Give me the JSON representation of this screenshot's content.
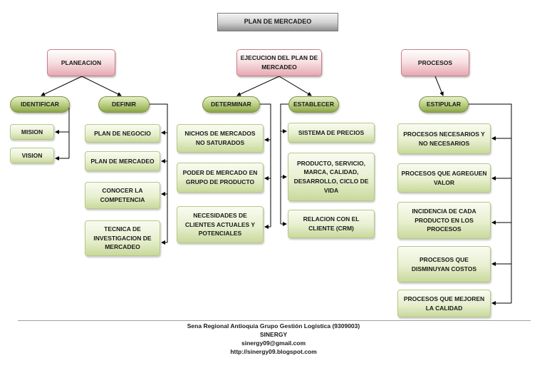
{
  "title": "PLAN DE MERCADEO",
  "nodes": {
    "planeacion": "PLANEACION",
    "ejecucion": "EJECUCION DEL PLAN DE MERCADEO",
    "procesos": "PROCESOS",
    "identificar": "IDENTIFICAR",
    "definir": "DEFINIR",
    "determinar": "DETERMINAR",
    "establecer": "ESTABLECER",
    "estipular": "ESTIPULAR",
    "mision": "MISION",
    "vision": "VISION",
    "plan_negocio": "PLAN DE NEGOCIO",
    "plan_mercadeo": "PLAN DE MERCADEO",
    "conocer_competencia": "CONOCER LA COMPETENCIA",
    "tecnica_investigacion": "TECNICA DE INVESTIGACION DE MERCADEO",
    "nichos": "NICHOS DE MERCADOS NO SATURADOS",
    "poder_mercado": "PODER DE MERCADO EN GRUPO DE PRODUCTO",
    "necesidades": "NECESIDADES DE CLIENTES ACTUALES Y POTENCIALES",
    "sistema_precios": "SISTEMA DE PRECIOS",
    "producto": "PRODUCTO, SERVICIO, MARCA, CALIDAD, DESARROLLO, CICLO DE VIDA",
    "relacion_cliente": "RELACION CON EL CLIENTE (CRM)",
    "procesos_necesarios": "PROCESOS NECESARIOS Y NO NECESARIOS",
    "procesos_valor": "PROCESOS QUE AGREGUEN VALOR",
    "incidencia": "INCIDENCIA DE CADA PRODUCTO EN LOS PROCESOS",
    "procesos_costos": "PROCESOS QUE DISMINUYAN COSTOS",
    "procesos_calidad": "PROCESOS QUE MEJOREN LA CALIDAD"
  },
  "footer": {
    "line1": "Sena Regional Antioquia Grupo Gestión Logística (9309003)",
    "line2": "SINERGY",
    "line3": "sinergy09@gmail.com",
    "line4": "http://sinergy09.blogspot.com"
  }
}
